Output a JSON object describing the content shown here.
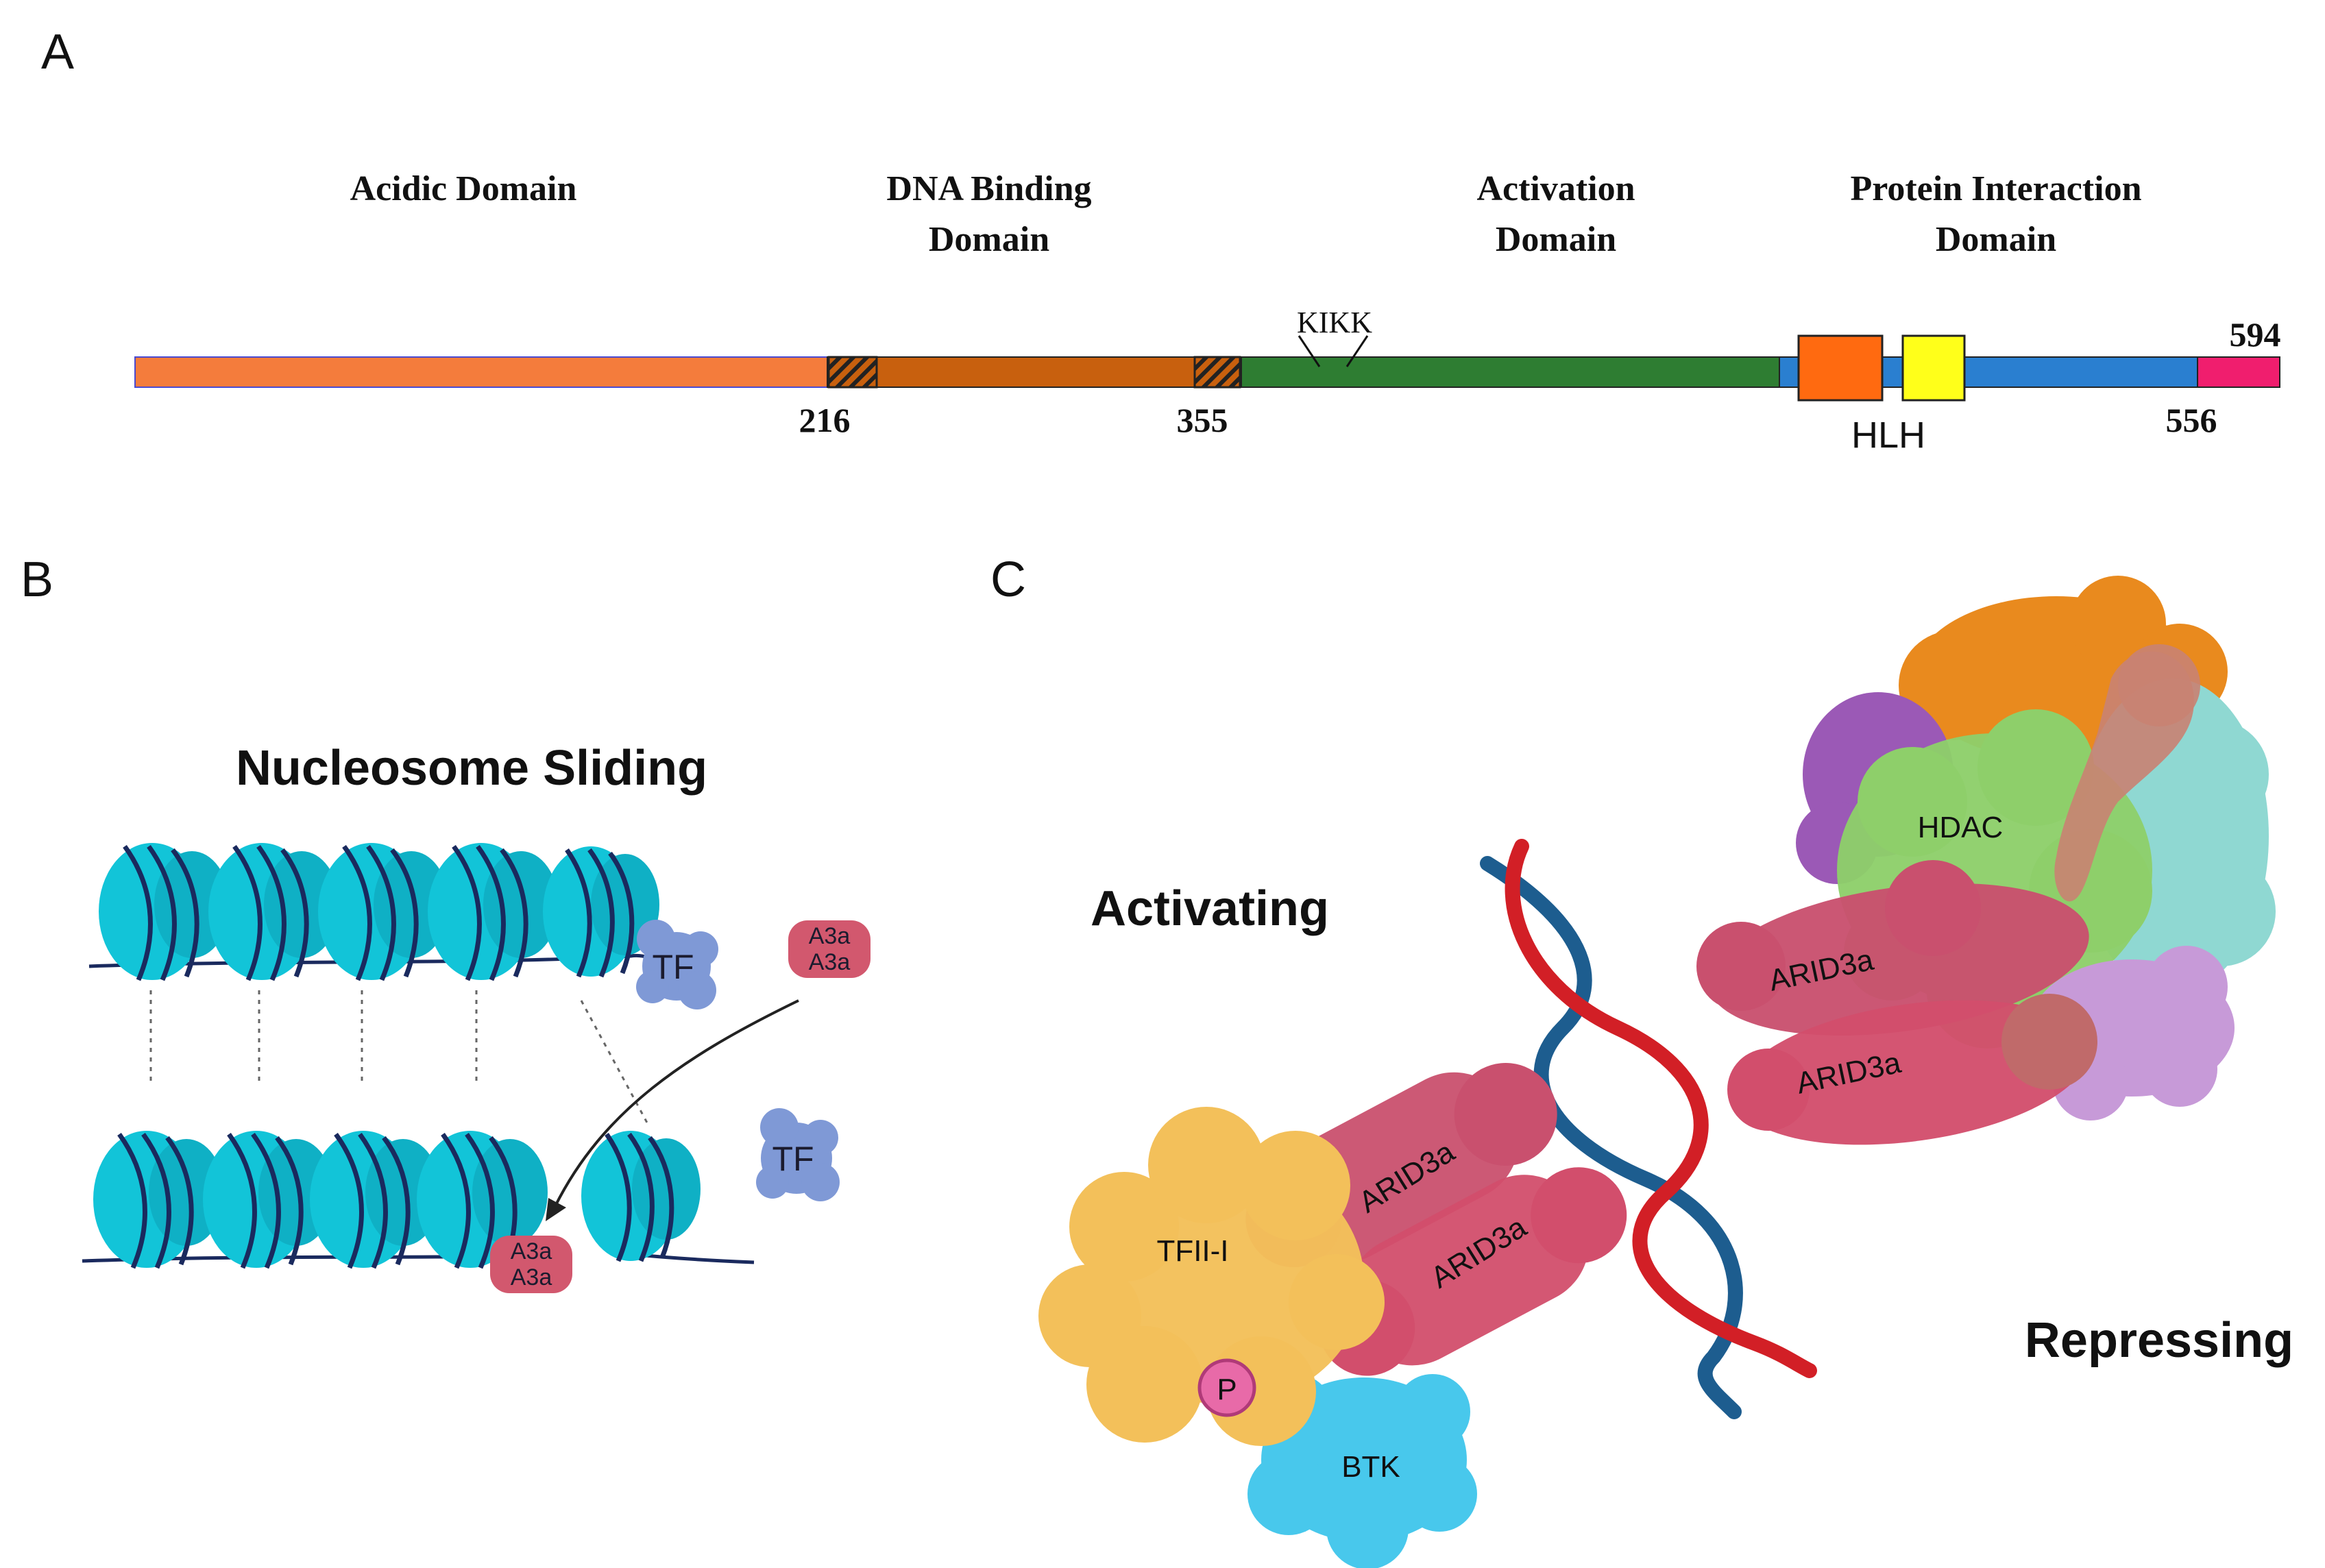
{
  "panels": {
    "a": "A",
    "b": "B",
    "c": "C"
  },
  "protein_map": {
    "domains": {
      "acidic": {
        "line1": "Acidic Domain",
        "line2": ""
      },
      "dna_binding": {
        "line1": "DNA Binding",
        "line2": "Domain"
      },
      "activation": {
        "line1": "Activation",
        "line2": "Domain"
      },
      "protein_interaction": {
        "line1": "Protein Interaction",
        "line2": "Domain"
      }
    },
    "positions": {
      "p216": "216",
      "p355": "355",
      "p556": "556",
      "p594": "594"
    },
    "motif": "KIKK",
    "hlh": "HLH",
    "colors": {
      "acidic": "#f47c3c",
      "dna_binding": "#c8600e",
      "activation": "#2e7d32",
      "protein_interaction": "#2a7fd0",
      "c_terminal": "#f01e6e",
      "helix1": "#ff6a10",
      "helix2": "#ffff1a"
    }
  },
  "panel_b": {
    "title": "Nucleosome Sliding",
    "tf1": "TF",
    "tf2": "TF",
    "a3a_top": {
      "l1": "A3a",
      "l2": "A3a"
    },
    "a3a_bottom": {
      "l1": "A3a",
      "l2": "A3a"
    },
    "colors": {
      "nucleosome": "#12c4d8",
      "wrap": "#1a2a5e",
      "tf": "#7f99d6",
      "a3a": "#d2586e"
    }
  },
  "panel_c": {
    "activating": "Activating",
    "repressing": "Repressing",
    "labels": {
      "tfii_i": "TFII-I",
      "arid3a_1": "ARID3a",
      "arid3a_2": "ARID3a",
      "arid3a_3": "ARID3a",
      "arid3a_4": "ARID3a",
      "btk": "BTK",
      "p": "P",
      "hdac": "HDAC"
    },
    "colors": {
      "tfii_i": "#f3c05a",
      "arid3a": "#d24e6c",
      "btk": "#48c8ec",
      "phospho": "#e86aa8",
      "hdac": "#8ecf6a",
      "orange": "#e98a1e",
      "purple": "#9b59b6",
      "teal": "#8fd8d2",
      "lilac": "#c79ad8",
      "brown": "#c98272",
      "dna_red": "#d21f26",
      "dna_blue": "#1d5d8f"
    }
  }
}
